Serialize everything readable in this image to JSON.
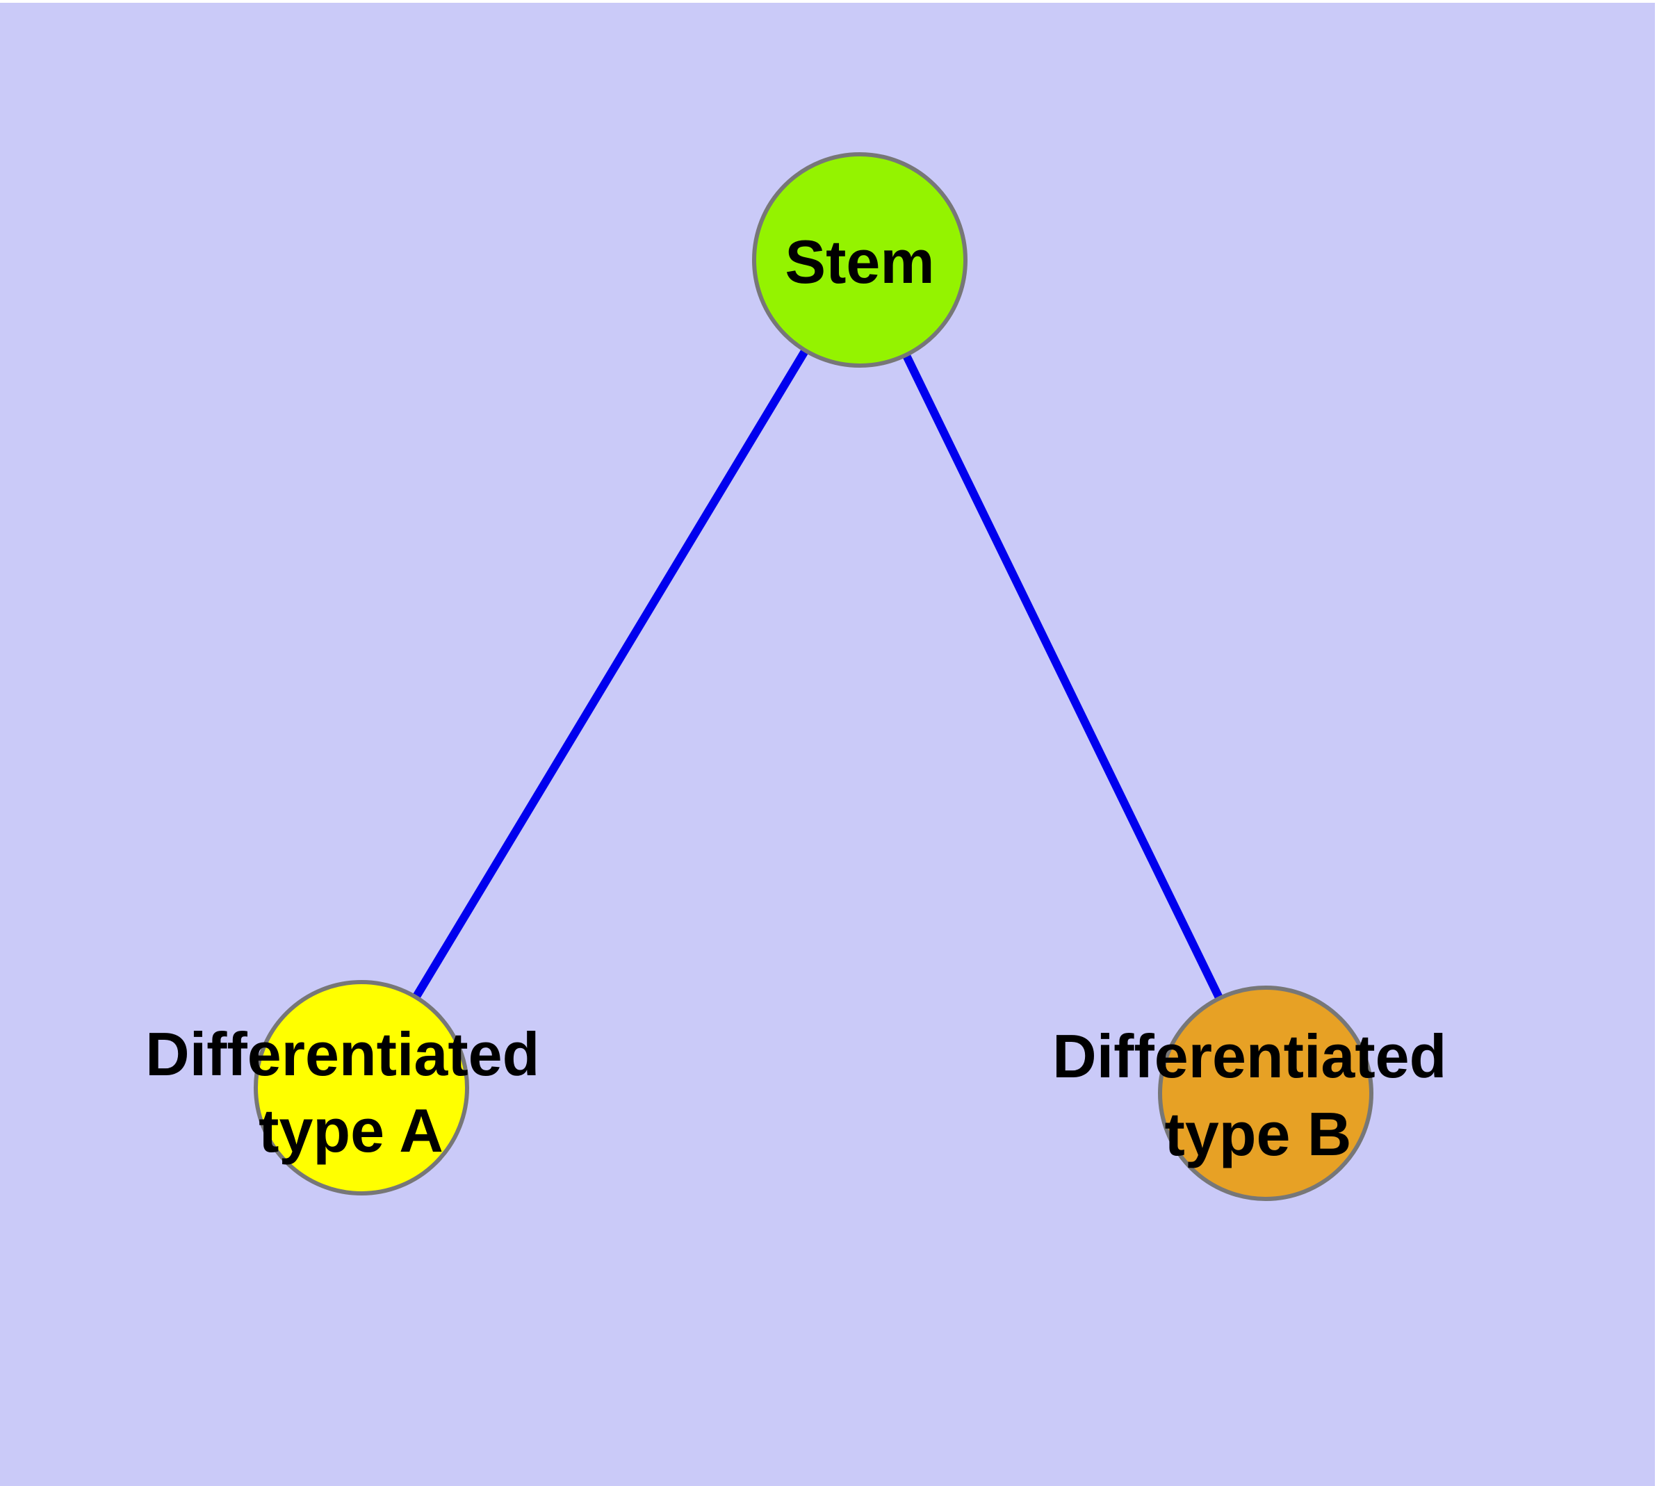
{
  "diagram": {
    "description": "Stem cell differentiation graph",
    "colors": {
      "background": "#CACAF8",
      "page_margin": "#FFFFFF",
      "edge": "#0000EE",
      "node_border": "#777777",
      "label_text": "#000000"
    },
    "nodes": [
      {
        "id": "stem",
        "label": "Stem",
        "fill": "#94F300"
      },
      {
        "id": "differentiated-type-a",
        "label_line1": "Differentiated",
        "label_line2": "type A",
        "fill": "#FFFF00"
      },
      {
        "id": "differentiated-type-b",
        "label_line1": "Differentiated",
        "label_line2": "type B",
        "fill": "#E7A125"
      }
    ],
    "edges": [
      {
        "from": "Stem",
        "to": "Differentiated type A"
      },
      {
        "from": "Stem",
        "to": "Differentiated type B"
      }
    ]
  }
}
